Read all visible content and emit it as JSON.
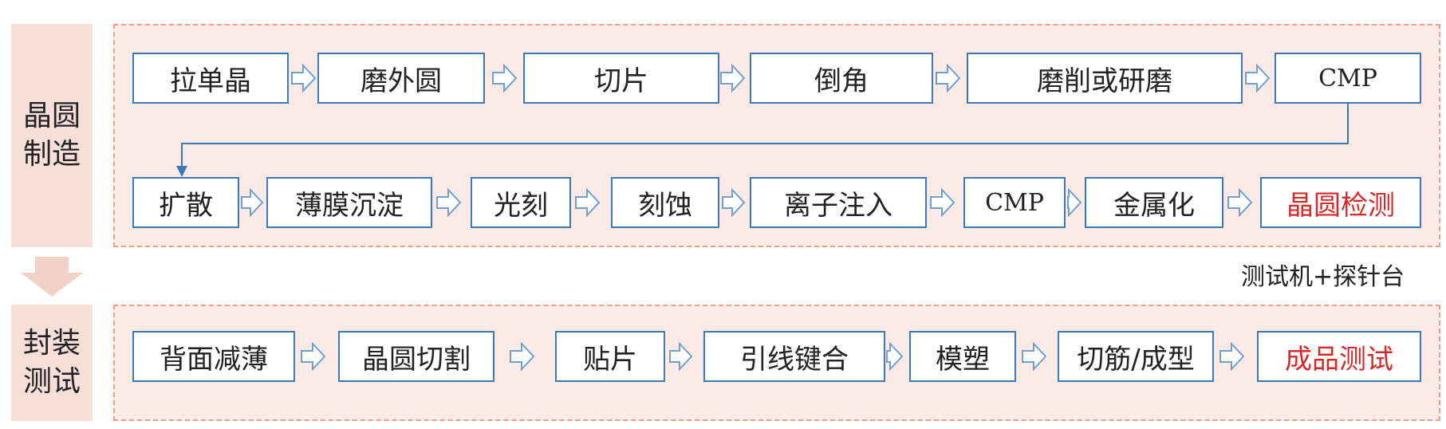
{
  "stages": {
    "wafer": "晶圆制造",
    "packaging": "封装测试"
  },
  "row1": [
    "拉单晶",
    "磨外圆",
    "切片",
    "倒角",
    "磨削或研磨",
    "CMP"
  ],
  "row2": [
    "扩散",
    "薄膜沉淀",
    "光刻",
    "刻蚀",
    "离子注入",
    "CMP",
    "金属化",
    "晶圆检测"
  ],
  "row3": [
    "背面减薄",
    "晶圆切割",
    "贴片",
    "引线键合",
    "模塑",
    "切筋/成型",
    "成品测试"
  ],
  "caption": "测试机+探针台",
  "colors": {
    "accent_red": "#d62a2a",
    "box_border": "#3d7ab5",
    "panel_fill": "#fbeae5",
    "panel_border": "#e8a287",
    "stage_fill": "#f6dfd9"
  }
}
